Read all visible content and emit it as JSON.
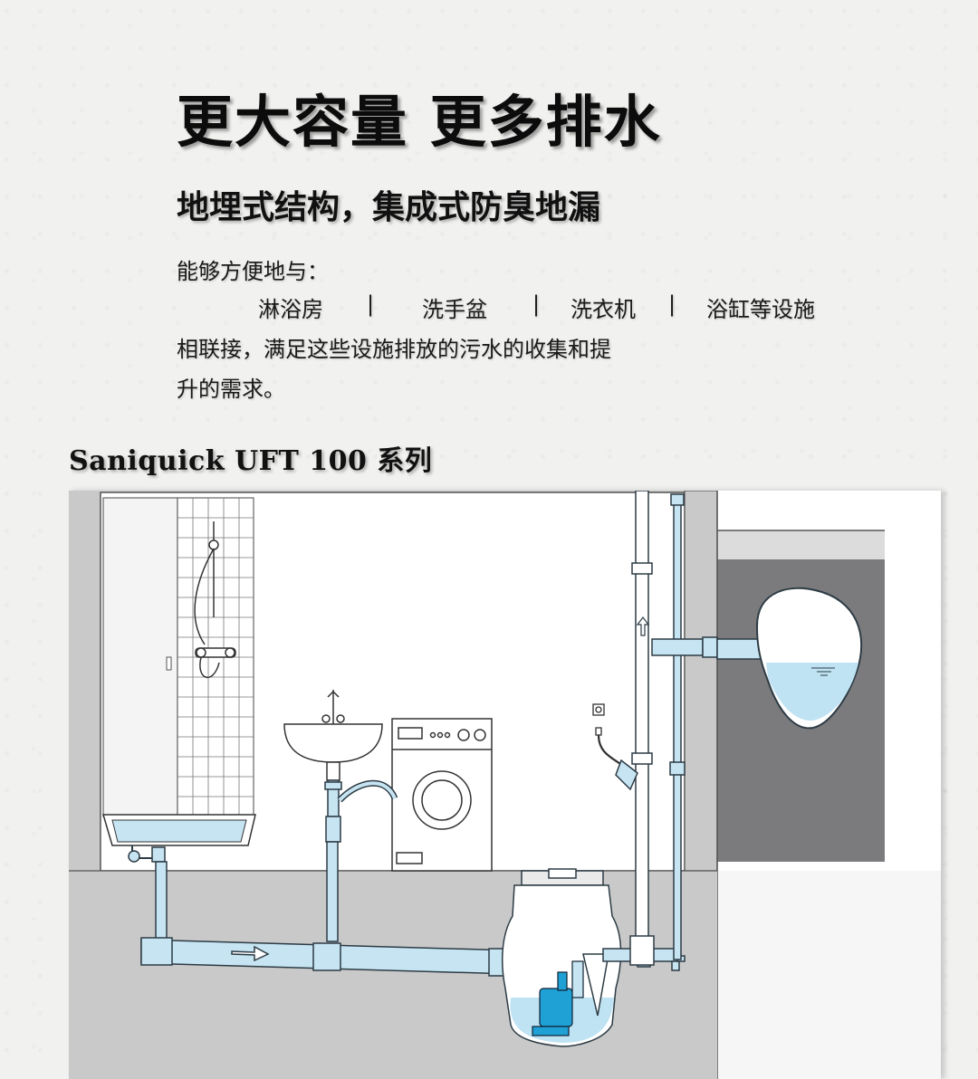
{
  "headline": "更大容量 更多排水",
  "subheadline": "地埋式结构，集成式防臭地漏",
  "intro": "能够方便地与：",
  "fixtures": [
    {
      "label": "淋浴房"
    },
    {
      "label": "洗手盆"
    },
    {
      "label": "洗衣机"
    },
    {
      "label": "浴缸等设施"
    }
  ],
  "separator": "|",
  "body_lines": [
    "相联接，满足这些设施排放的污水的收集和提",
    "升的需求。"
  ],
  "series_title": "Saniquick UFT 100 系列",
  "colors": {
    "pipe_fill": "#c6e4f2",
    "pipe_stroke": "#2d3b44",
    "floor_gray": "#c9c9c9",
    "dark_wall": "#7b7b7e",
    "pump_blue": "#1fa1d6",
    "water": "#bfe3f3"
  }
}
